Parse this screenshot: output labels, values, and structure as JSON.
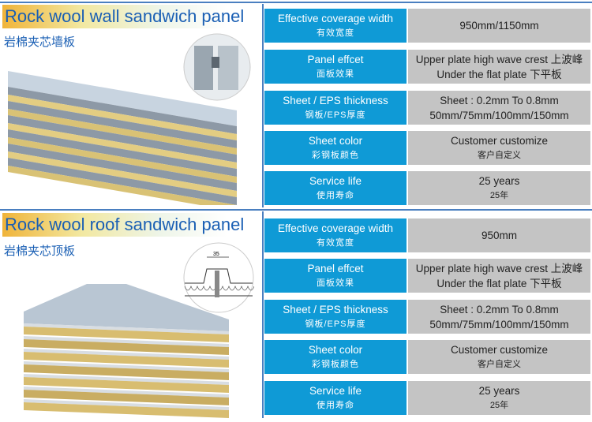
{
  "sections": [
    {
      "title": "Rock wool wall sandwich panel",
      "subtitle": "岩棉夹芯墙板",
      "rows": [
        {
          "label": "Effective coverage width",
          "label_cn": "有效宽度",
          "value": "950mm/1150mm",
          "value2": ""
        },
        {
          "label": "Panel effcet",
          "label_cn": "面板效果",
          "value": "Upper plate high wave crest 上波峰",
          "value2": "Under the flat plate 下平板"
        },
        {
          "label": "Sheet / EPS thickness",
          "label_cn": "钢板/EPS厚度",
          "value": "Sheet : 0.2mm To 0.8mm",
          "value2": "50mm/75mm/100mm/150mm"
        },
        {
          "label": "Sheet color",
          "label_cn": "彩钢板颜色",
          "value": "Customer customize",
          "value2": "客户自定义"
        },
        {
          "label": "Service life",
          "label_cn": "使用寿命",
          "value": "25 years",
          "value2": "25年"
        }
      ]
    },
    {
      "title": "Rock wool roof sandwich panel",
      "subtitle": "岩棉夹芯顶板",
      "diagram_label": "35",
      "rows": [
        {
          "label": "Effective coverage width",
          "label_cn": "有效宽度",
          "value": "950mm",
          "value2": ""
        },
        {
          "label": "Panel effcet",
          "label_cn": "面板效果",
          "value": "Upper plate high wave crest 上波峰",
          "value2": "Under the flat plate 下平板"
        },
        {
          "label": "Sheet / EPS thickness",
          "label_cn": "钢板/EPS厚度",
          "value": "Sheet : 0.2mm To 0.8mm",
          "value2": "50mm/75mm/100mm/150mm"
        },
        {
          "label": "Sheet color",
          "label_cn": "彩钢板颜色",
          "value": "Customer customize",
          "value2": "客户自定义"
        },
        {
          "label": "Service life",
          "label_cn": "使用寿命",
          "value": "25 years",
          "value2": "25年"
        }
      ]
    }
  ]
}
